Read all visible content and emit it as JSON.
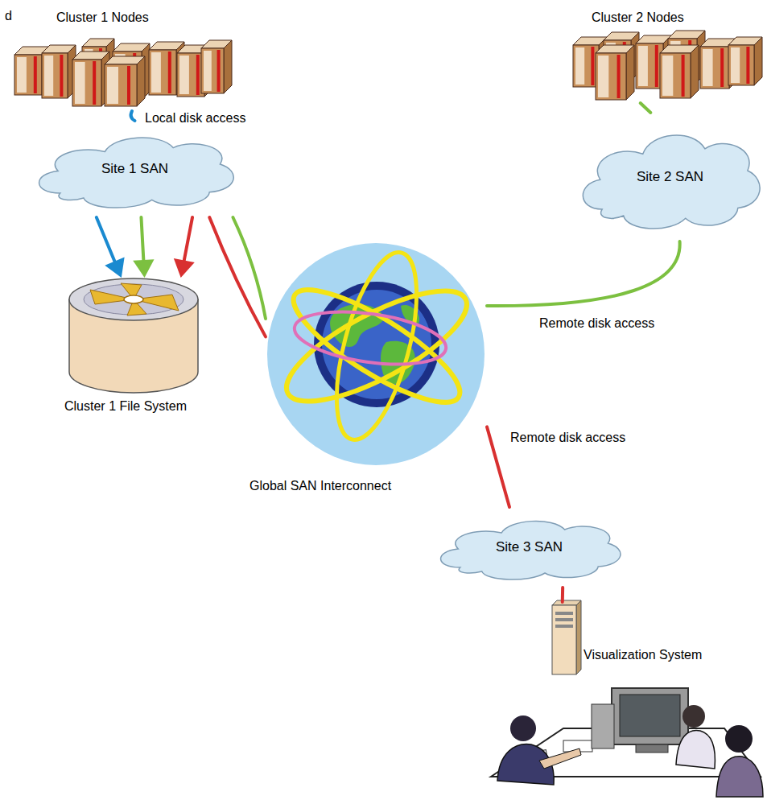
{
  "diagram": {
    "nodes": [
      {
        "text": [
          "Cluster 1 Nodes"
        ]
      },
      {
        "text": [
          "Cluster 2 Nodes"
        ]
      },
      {
        "text": [
          "Site 1 SAN"
        ]
      },
      {
        "text": [
          "Site 2 SAN"
        ]
      },
      {
        "text": [
          "Cluster 1 File System"
        ]
      },
      {
        "text": [
          "Global SAN Interconnect"
        ]
      },
      {
        "text": [
          "Site 3 SAN"
        ]
      },
      {
        "text": [
          "Visualization System"
        ]
      }
    ],
    "edges": [
      {
        "from": 0,
        "to": 2,
        "label": "Local disk access",
        "arrow": "none"
      },
      {
        "from": 2,
        "to": 4,
        "arrow": "to"
      },
      {
        "from": 2,
        "to": 4,
        "arrow": "to"
      },
      {
        "from": 2,
        "to": 4,
        "arrow": "to"
      },
      {
        "from": 2,
        "to": 5,
        "arrow": "none"
      },
      {
        "from": 2,
        "to": 5,
        "arrow": "none"
      },
      {
        "from": 5,
        "to": 3,
        "label": "Remote disk access",
        "arrow": "none"
      },
      {
        "from": 1,
        "to": 3,
        "arrow": "none"
      },
      {
        "from": 5,
        "to": 6,
        "label": "Remote disk access",
        "arrow": "none"
      },
      {
        "from": 6,
        "to": 7,
        "arrow": "none"
      }
    ],
    "labels": [
      "d"
    ]
  }
}
